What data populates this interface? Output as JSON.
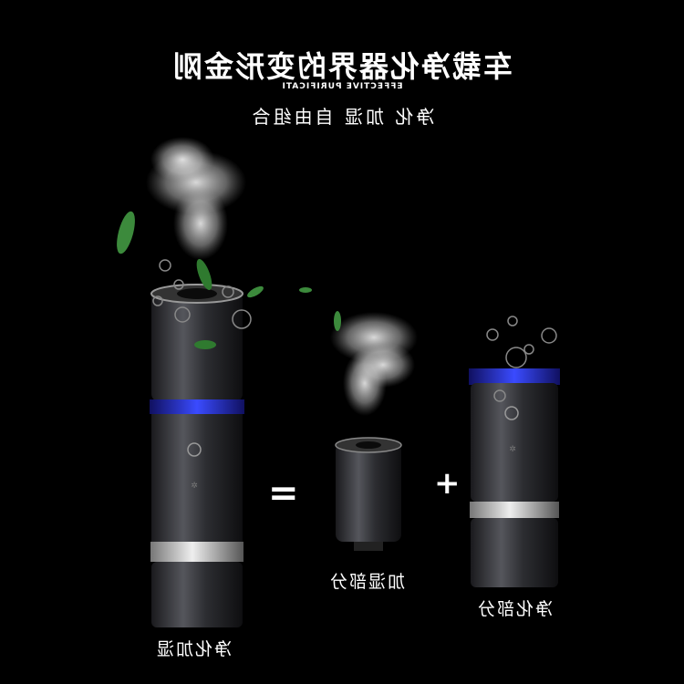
{
  "title": "车载净化器界的变形金刚",
  "subtitle": "EFFECTIVE PURIFICATI",
  "tagline": "净化 加湿 自由组合",
  "labels": {
    "full_unit": "净化加湿",
    "humidifier_part": "加湿部分",
    "purifier_part": "净化部分"
  },
  "symbols": {
    "equals": "=",
    "plus": "+"
  },
  "colors": {
    "background": "#000000",
    "body": "#2a2a2e",
    "accent_ring": "#2b3cff"
  }
}
